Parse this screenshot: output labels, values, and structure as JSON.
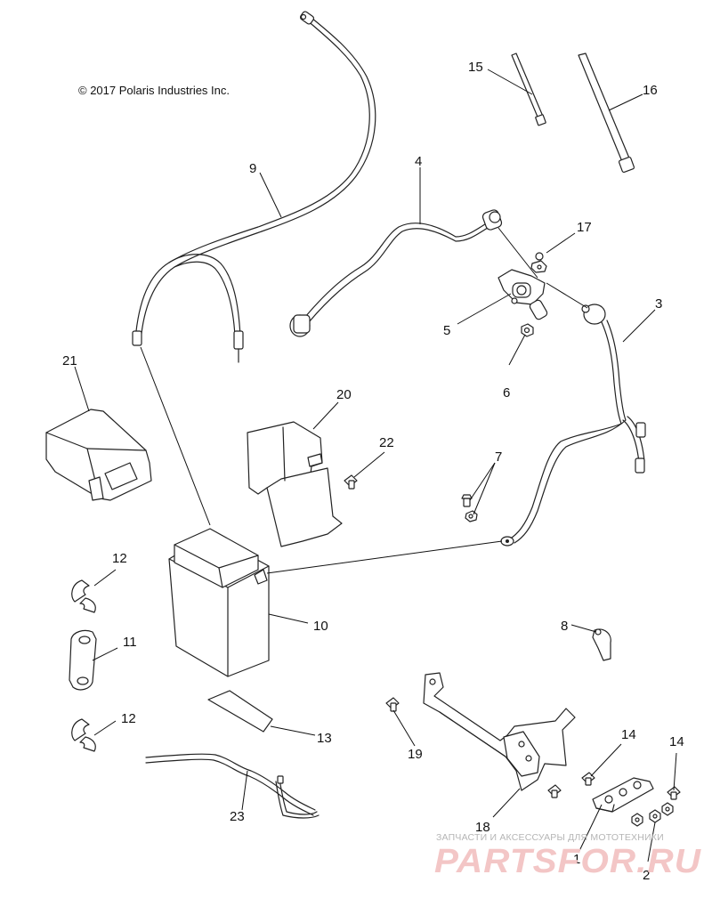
{
  "copyright": "© 2017 Polaris Industries Inc.",
  "callouts": [
    {
      "id": "1",
      "text": "1"
    },
    {
      "id": "2",
      "text": "2"
    },
    {
      "id": "3",
      "text": "3"
    },
    {
      "id": "4",
      "text": "4"
    },
    {
      "id": "5",
      "text": "5"
    },
    {
      "id": "6",
      "text": "6"
    },
    {
      "id": "7",
      "text": "7"
    },
    {
      "id": "8",
      "text": "8"
    },
    {
      "id": "9",
      "text": "9"
    },
    {
      "id": "10",
      "text": "10"
    },
    {
      "id": "11",
      "text": "11"
    },
    {
      "id": "12a",
      "text": "12"
    },
    {
      "id": "12b",
      "text": "12"
    },
    {
      "id": "13",
      "text": "13"
    },
    {
      "id": "14a",
      "text": "14"
    },
    {
      "id": "14b",
      "text": "14"
    },
    {
      "id": "15",
      "text": "15"
    },
    {
      "id": "16",
      "text": "16"
    },
    {
      "id": "17",
      "text": "17"
    },
    {
      "id": "18",
      "text": "18"
    },
    {
      "id": "19",
      "text": "19"
    },
    {
      "id": "20",
      "text": "20"
    },
    {
      "id": "21",
      "text": "21"
    },
    {
      "id": "22",
      "text": "22"
    },
    {
      "id": "23",
      "text": "23"
    }
  ],
  "watermark": {
    "tagline": "ЗАПЧАСТИ И АКСЕССУАРЫ ДЛЯ МОТОТЕХНИКИ",
    "logo": "PARTSFOR.RU"
  }
}
